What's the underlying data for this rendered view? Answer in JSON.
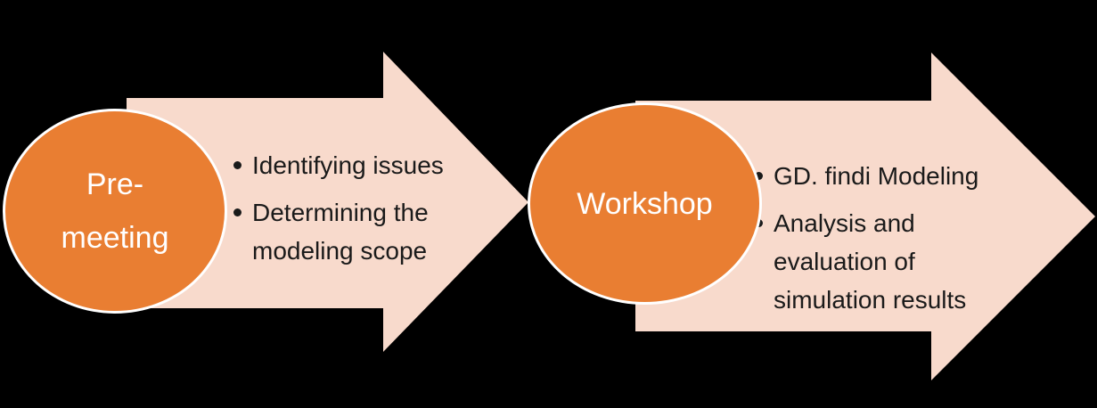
{
  "diagram": {
    "type": "process-flow",
    "background_color": "#000000",
    "colors": {
      "background": "#000000",
      "circle_fill": "#E97E32",
      "circle_border": "#FFFFFF",
      "circle_text": "#FFFFFF",
      "arrow_fill": "#F8DACC",
      "bullet_text": "#1A1A1A",
      "bullet_dot": "#1A1A1A"
    },
    "steps": [
      {
        "label": "Pre-meeting",
        "bullets": [
          "Identifying issues",
          "Determining the modeling scope"
        ]
      },
      {
        "label": "Workshop",
        "bullets": [
          "GD. findi Modeling",
          "Analysis and evaluation of simulation results"
        ]
      }
    ]
  }
}
